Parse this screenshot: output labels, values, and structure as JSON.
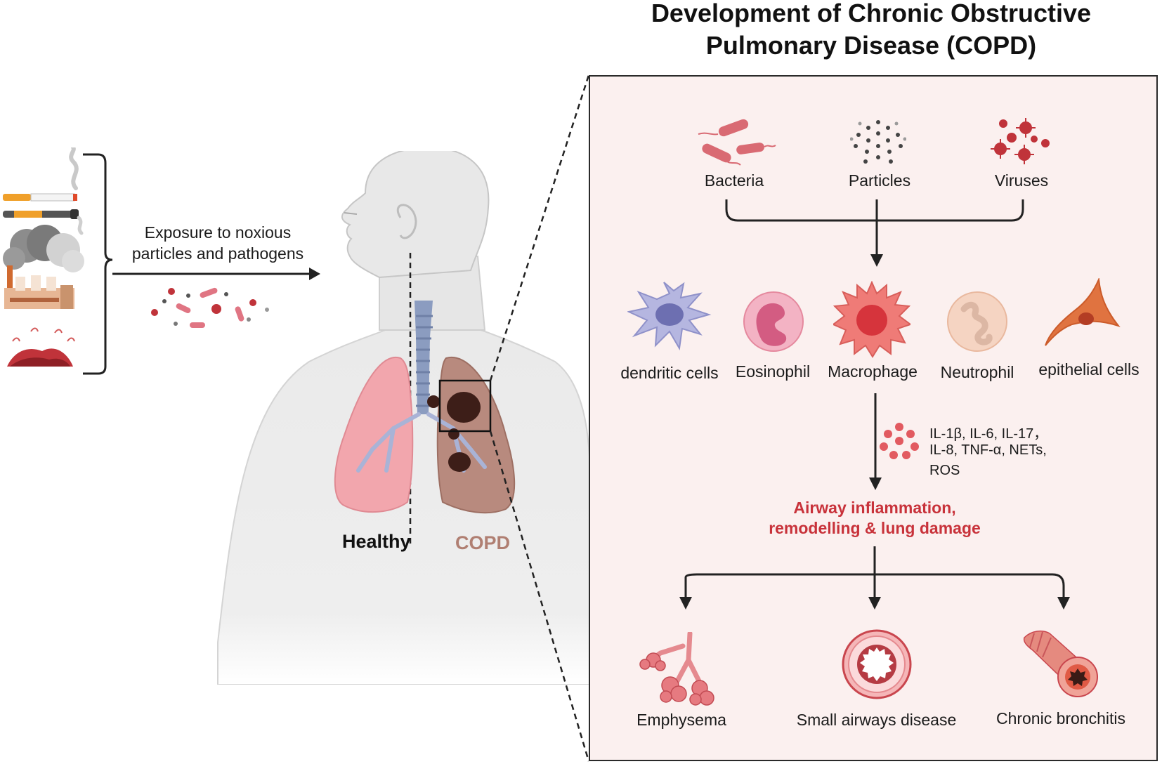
{
  "title": {
    "line1": "Development of Chronic Obstructive",
    "line2": "Pulmonary Disease (COPD)"
  },
  "exposure": {
    "line1": "Exposure to noxious",
    "line2": "particles and pathogens"
  },
  "body_labels": {
    "healthy": "Healthy",
    "copd": "COPD"
  },
  "triggers": [
    "Bacteria",
    "Particles",
    "Viruses"
  ],
  "cells": [
    "dendritic cells",
    "Eosinophil",
    "Macrophage",
    "Neutrophil",
    "epithelial cells"
  ],
  "mediators": {
    "line1": "IL-1β, IL-6, IL-17，",
    "line2": "IL-8, TNF-α, NETs,",
    "line3": "ROS"
  },
  "outcome": {
    "line1": "Airway inflammation,",
    "line2": "remodelling & lung damage"
  },
  "diseases": [
    "Emphysema",
    "Small airways disease",
    "Chronic bronchitis"
  ],
  "colors": {
    "panel_bg": "#fbf0ef",
    "accent_red": "#c8323a",
    "copd_label": "#b07f72",
    "healthy_lung": "#f2a6ad",
    "copd_lung": "#b88a7e",
    "trachea": "#7f93b8"
  },
  "icons": [
    "cigarette-icon",
    "e-cigarette-icon",
    "factory-icon",
    "waste-fire-icon",
    "bacteria-icon",
    "particles-icon",
    "virus-icon",
    "dendritic-cell-icon",
    "eosinophil-icon",
    "macrophage-icon",
    "neutrophil-icon",
    "epithelial-cell-icon",
    "emphysema-icon",
    "small-airway-icon",
    "chronic-bronchitis-icon"
  ]
}
